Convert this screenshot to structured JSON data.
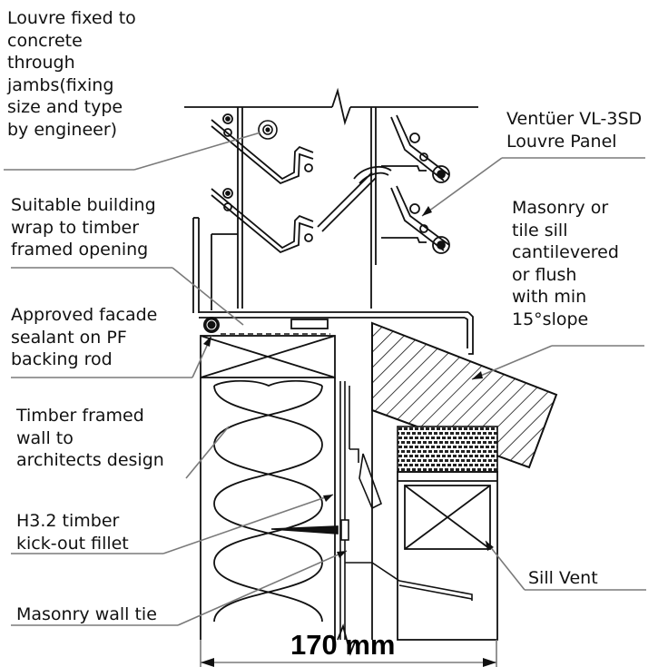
{
  "labels": {
    "louvre_fixed": "Louvre fixed to\nconcrete\nthrough\njambs(fixing\nsize and type\nby engineer)",
    "louvre_panel": "Ventüer VL-3SD\nLouvre Panel",
    "building_wrap": "Suitable building\nwrap to timber\nframed opening",
    "masonry_sill": "Masonry or\ntile sill\ncantilevered\nor flush\nwith min\n15°slope",
    "facade_sealant": "Approved facade\nsealant on PF\nbacking rod",
    "timber_wall": "Timber framed\nwall to\narchitects design",
    "kick_out": "H3.2 timber\nkick-out fillet",
    "sill_vent": "Sill Vent",
    "wall_tie": "Masonry wall tie"
  },
  "dimension": {
    "label": "170 mm"
  },
  "colors": {
    "line": "#1a1a1a",
    "leader": "#7a7a7a",
    "background": "#ffffff"
  }
}
